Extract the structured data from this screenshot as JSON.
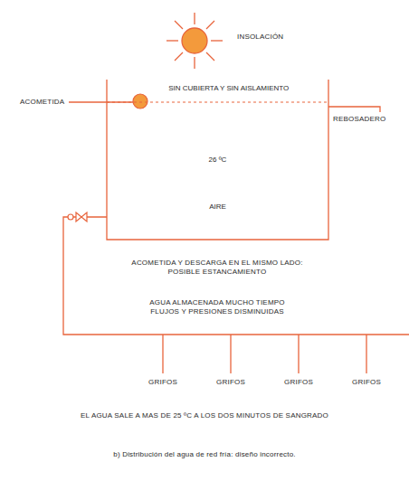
{
  "diagram": {
    "caption": "b) Distribución del agua de red fría: diseño incorrecto.",
    "nodes": [
      {
        "text": [
          "SIN CUBIERTA Y SIN AISLAMIENTO",
          "26 ºC",
          "AIRE"
        ]
      }
    ],
    "labels": [
      "INSOLACIÓN",
      "ACOMETIDA",
      "REBOSADERO",
      "ACOMETIDA Y DESCARGA EN EL MISMO LADO: POSIBLE ESTANCAMIENTO",
      "AGUA ALMACENADA MUCHO TIEMPO FLUJOS Y PRESIONES DISMINUIDAS",
      "GRIFOS",
      "GRIFOS",
      "GRIFOS",
      "GRIFOS",
      "EL AGUA SALE A MAS DE 25 ºC A LOS DOS MINUTOS DE SANGRADO"
    ]
  }
}
